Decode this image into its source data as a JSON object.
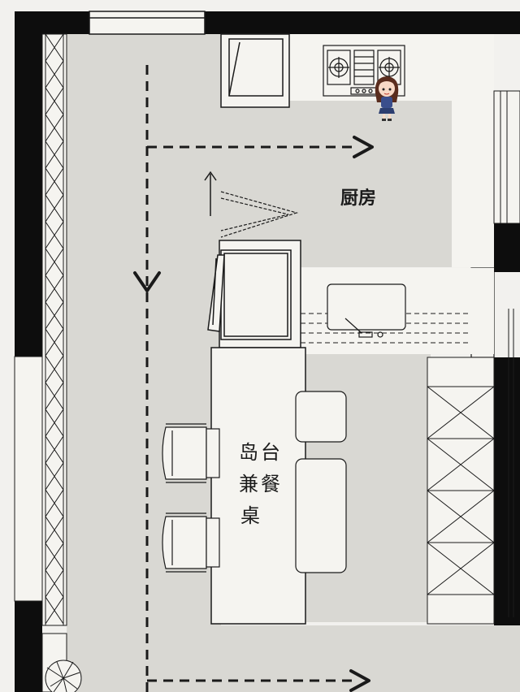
{
  "labels": {
    "kitchen": "厨房",
    "island_line1": "岛台",
    "island_line2": "兼餐",
    "island_line3": "桌"
  },
  "colors": {
    "wall": "#0d0d0d",
    "floor_gray": "#d9d8d3",
    "counter": "#f5f4f0",
    "line": "#1a1a1a",
    "background": "#f2f1ee"
  },
  "icons": [
    "cartoon-girl-icon",
    "gas-stove-icon",
    "sink-icon",
    "faucet-icon",
    "refrigerator-icon",
    "chair-icon",
    "plant-icon",
    "arrow-icon"
  ]
}
